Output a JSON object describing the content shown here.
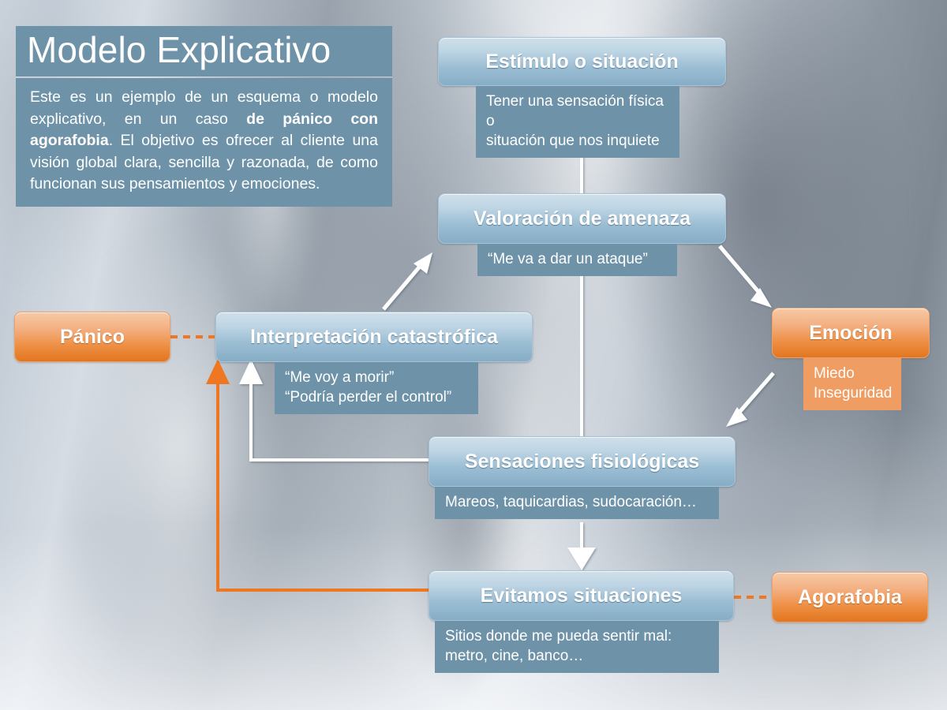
{
  "meta": {
    "accent_blue": "#6e93a9",
    "accent_orange": "#e2761f",
    "connector_white": "#ffffff",
    "connector_orange": "#ef7722"
  },
  "title_panel": {
    "title": "Modelo Explicativo",
    "intro_part1": "Este es un ejemplo de un esquema o modelo explicativo, en un caso ",
    "intro_bold1": "de pánico con agorafobia",
    "intro_part2": ". El objetivo es ofrecer al cliente una visión global clara, sencilla y razonada, de como funcionan sus pensamientos y emociones."
  },
  "nodes": {
    "estimulo": {
      "title": "Estímulo o situación",
      "detail": "Tener una sensación física o\nsituación que nos inquiete"
    },
    "valoracion": {
      "title": "Valoración de amenaza",
      "detail": "“Me va a dar un ataque”"
    },
    "interpretacion": {
      "title": "Interpretación catastrófica",
      "detail": "“Me voy a morir”\n“Podría perder el control”"
    },
    "sensaciones": {
      "title": "Sensaciones fisiológicas",
      "detail": "Mareos, taquicardias, sudocaración…"
    },
    "evitamos": {
      "title": "Evitamos situaciones",
      "detail": "Sitios donde me pueda sentir mal:\nmetro, cine, banco…"
    },
    "emocion": {
      "title": "Emoción",
      "detail": "Miedo\nInseguridad"
    },
    "panico": {
      "title": "Pánico"
    },
    "agorafobia": {
      "title": "Agorafobia"
    }
  }
}
